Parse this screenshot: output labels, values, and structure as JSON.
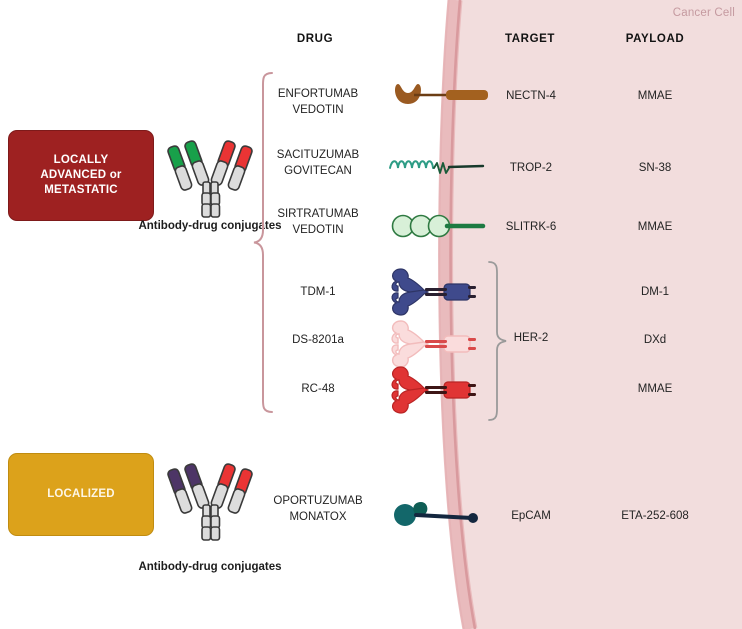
{
  "figure": {
    "cancer_cell_label": "Cancer Cell",
    "columns": {
      "drug": "DRUG",
      "target": "TARGET",
      "payload": "PAYLOAD"
    },
    "categories": [
      {
        "id": "locally-advanced-or-metastatic",
        "label": "LOCALLY\nADVANCED or\nMETASTATIC",
        "color": "#9e2121",
        "border_color": "#7e1a1a",
        "text_color": "#ffffff",
        "modality_caption": "Antibody-drug\nconjugates"
      },
      {
        "id": "localized",
        "label": "LOCALIZED",
        "color": "#dca21b",
        "border_color": "#c08c10",
        "text_color": "#fdf6e6",
        "modality_caption": "Antibody-drug\nconjugates"
      }
    ],
    "rows": [
      {
        "drug": "ENFORTUMAB\nVEDOTIN",
        "target": "NECTN-4",
        "payload": "MMAE",
        "receptor_icon": "nectin4-receptor-icon",
        "receptor_color": "#9a5a21"
      },
      {
        "drug": "SACITUZUMAB\nGOVITECAN",
        "target": "TROP-2",
        "payload": "SN-38",
        "receptor_icon": "trop2-receptor-icon",
        "receptor_color": "#1f7a5a"
      },
      {
        "drug": "SIRTRATUMAB\nVEDOTIN",
        "target": "SLITRK-6",
        "payload": "MMAE",
        "receptor_icon": "slitrk6-receptor-icon",
        "receptor_color": "#1d7a42"
      },
      {
        "drug": "TDM-1",
        "target": "HER-2",
        "payload": "DM-1",
        "receptor_icon": "her2-receptor-icon",
        "receptor_color": "#3d4a8f"
      },
      {
        "drug": "DS-8201a",
        "target": "HER-2",
        "payload": "DXd",
        "receptor_icon": "her2-receptor-icon",
        "receptor_color": "#f6c9c9"
      },
      {
        "drug": "RC-48",
        "target": "HER-2",
        "payload": "MMAE",
        "receptor_icon": "her2-receptor-icon",
        "receptor_color": "#e03131"
      },
      {
        "drug": "OPORTUZUMAB\nMONATOX",
        "target": "EpCAM",
        "payload": "ETA-252-608",
        "receptor_icon": "epcam-receptor-icon",
        "receptor_color": "#13676a"
      }
    ],
    "grouped_target": {
      "label": "HER-2",
      "rows": [
        "TDM-1",
        "DS-8201a",
        "RC-48"
      ]
    },
    "colors": {
      "cell_fill": "#f2dddd",
      "membrane_outer": "#e8b9bb",
      "membrane_line": "#d99a9e",
      "bracket": "#c9969c",
      "grey_bracket": "#9a9a9a",
      "antibody_grey": "#d7d7d7",
      "antibody_outline": "#3a3a3a"
    }
  }
}
